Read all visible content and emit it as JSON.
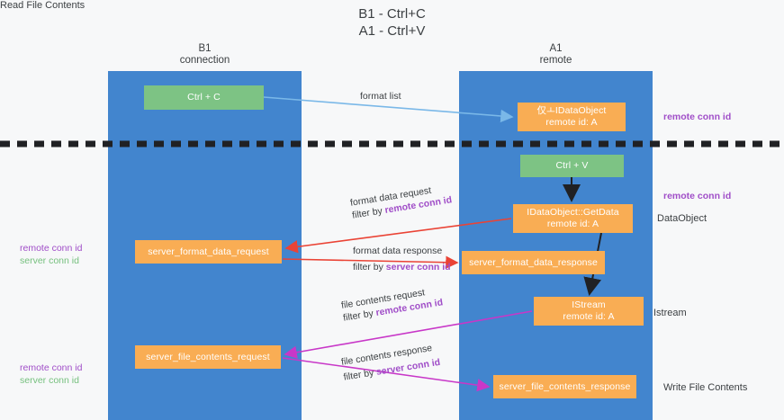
{
  "title": {
    "line1": "B1 - Ctrl+C",
    "line2": "A1 - Ctrl+V"
  },
  "columns": [
    {
      "id": "b1",
      "name": "B1",
      "role": "connection"
    },
    {
      "id": "a1",
      "name": "A1",
      "role": "remote"
    }
  ],
  "colors": {
    "lane": "#4285ce",
    "green_node": "#7dc384",
    "orange_node": "#f9ad54",
    "purple_text": "#a04ec8",
    "green_text": "#76c07e",
    "red_arrow": "#ea4335",
    "magenta_arrow": "#c837c8",
    "blue_arrow": "#7ab8e8",
    "black_arrow": "#202124",
    "divider": "#202124",
    "background": "#f7f8f9"
  },
  "nodes": {
    "ctrl_c": {
      "label": "Ctrl + C",
      "color": "green"
    },
    "idataobject": {
      "label": "仅ㅗIDataObject",
      "sublabel": "remote id: A",
      "color": "orange"
    },
    "ctrl_v": {
      "label": "Ctrl + V",
      "color": "green"
    },
    "getdata": {
      "label": "IDataObject::GetData",
      "sublabel": "remote id: A",
      "color": "orange"
    },
    "server_format_data_request": {
      "label": "server_format_data_request",
      "color": "orange"
    },
    "server_format_data_response": {
      "label": "server_format_data_response",
      "color": "orange"
    },
    "istream": {
      "label": "IStream",
      "sublabel": "remote id: A",
      "color": "orange"
    },
    "server_file_contents_request": {
      "label": "server_file_contents_request",
      "color": "orange"
    },
    "server_file_contents_response": {
      "label": "server_file_contents_response",
      "color": "orange"
    }
  },
  "edge_labels": {
    "format_list": "format list",
    "format_data_request": "format data request",
    "format_data_request_filter_prefix": "filter by ",
    "format_data_request_filter_key": "remote conn id",
    "format_data_response": "format data response",
    "format_data_response_filter_prefix": "filter by ",
    "format_data_response_filter_key": "server conn id",
    "file_contents_request": "file contents request",
    "file_contents_request_filter_prefix": "filter by ",
    "file_contents_request_filter_key": "remote conn id",
    "file_contents_response": "file contents response",
    "file_contents_response_filter_prefix": "filter by ",
    "file_contents_response_filter_key": "server conn id"
  },
  "right_annotations": {
    "remote_conn_id_top": "remote conn id",
    "remote_conn_id_mid": "remote conn id",
    "dataobject": "DataObject",
    "istream": "Istream",
    "write_file_contents": "Write File Contents"
  },
  "left_annotations": {
    "remote_conn_id_1": "remote conn id",
    "server_conn_id_1": "server conn id",
    "read_file_contents": "Read File Contents",
    "remote_conn_id_2": "remote conn id",
    "server_conn_id_2": "server conn id"
  }
}
